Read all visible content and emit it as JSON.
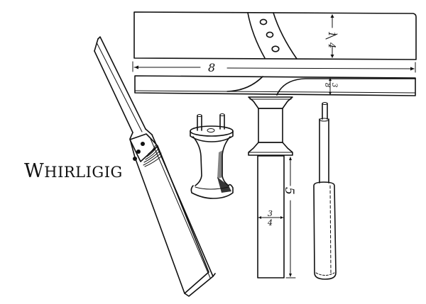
{
  "title": {
    "first_letter": "W",
    "rest": "HIRLIGIG"
  },
  "dimensions": {
    "blade_length": "8",
    "blade_width": "1/4",
    "blade_width_num": "1",
    "blade_width_den": "4",
    "blade_thickness": "3/8",
    "blade_thickness_num": "3",
    "blade_thickness_den": "8",
    "handle_length": "5",
    "handle_width": "3/4",
    "handle_width_num": "3",
    "handle_width_den": "4"
  },
  "parts": [
    {
      "name": "Propeller blade (top view)",
      "holes": 3
    },
    {
      "name": "Propeller blade (side view)"
    },
    {
      "name": "Spool"
    },
    {
      "name": "Handle stick"
    },
    {
      "name": "Assembled whirligig blade (angled view)"
    },
    {
      "name": "Spool with pegs (perspective)"
    },
    {
      "name": "Round handle with rod (perspective)"
    }
  ],
  "colors": {
    "ink": "#111111",
    "paper": "#ffffff"
  }
}
